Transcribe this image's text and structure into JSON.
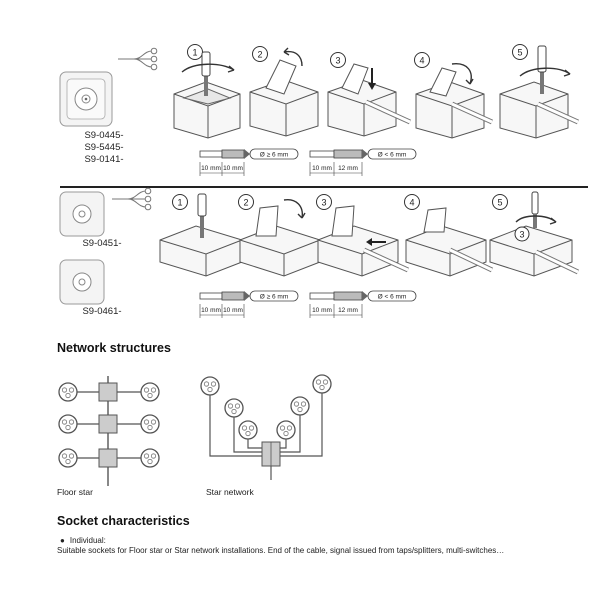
{
  "installation": {
    "row1": {
      "codes": [
        "S9-0445-",
        "S9-5445-",
        "S9-0141-"
      ],
      "steps": [
        "1",
        "2",
        "3",
        "4",
        "5"
      ],
      "strip_a": {
        "len1": "10 mm",
        "len2": "10 mm",
        "diameter": "Ø ≥ 6 mm"
      },
      "strip_b": {
        "len1": "10 mm",
        "len2": "12 mm",
        "diameter": "Ø < 6 mm"
      }
    },
    "row2": {
      "codes": [
        "S9-0451-",
        "S9-0461-"
      ],
      "steps": [
        "1",
        "2",
        "3",
        "4",
        "5"
      ],
      "inner_step": "3",
      "strip_a": {
        "len1": "10 mm",
        "len2": "10 mm",
        "diameter": "Ø ≥ 6 mm"
      },
      "strip_b": {
        "len1": "10 mm",
        "len2": "12 mm",
        "diameter": "Ø < 6 mm"
      }
    }
  },
  "network": {
    "title": "Network structures",
    "floor_star_label": "Floor star",
    "star_network_label": "Star network"
  },
  "socket": {
    "title": "Socket characteristics",
    "bullet": "Individual:",
    "description": "Suitable sockets for Floor star or Star network installations. End of the cable, signal issued from taps/splitters, multi-switches…"
  }
}
